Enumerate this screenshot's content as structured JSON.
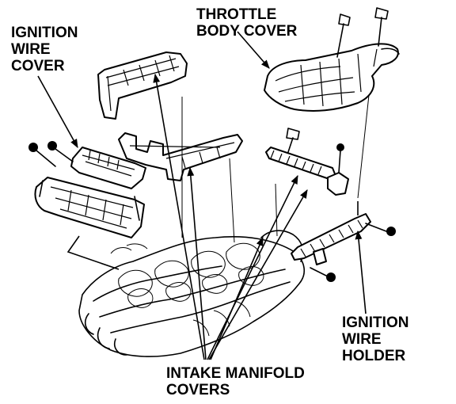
{
  "labels": {
    "throttle_body_cover": [
      "THROTTLE",
      "BODY COVER"
    ],
    "ignition_wire_cover": [
      "IGNITION",
      "WIRE",
      "COVER"
    ],
    "ignition_wire_holder": [
      "IGNITION",
      "WIRE",
      "HOLDER"
    ],
    "intake_manifold_covers": [
      "INTAKE MANIFOLD",
      "COVERS"
    ]
  }
}
